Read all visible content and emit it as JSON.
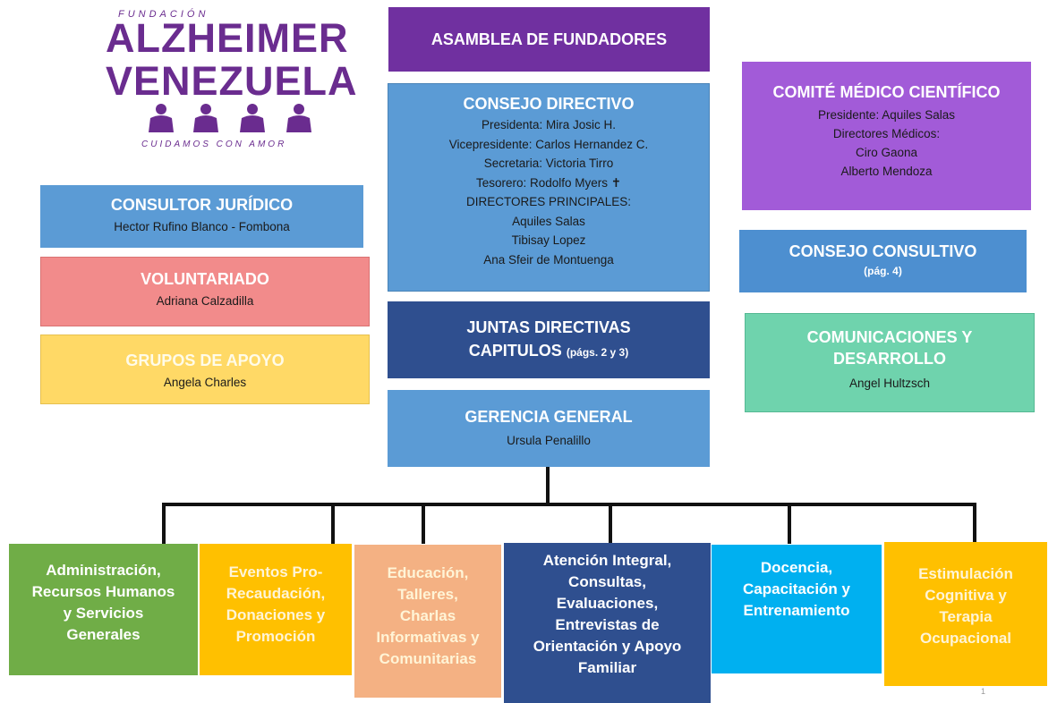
{
  "logo": {
    "top_text": "FUNDACIÓN",
    "line1": "ALZHEIMER",
    "line2": "VENEZUELA",
    "motto": "CUIDAMOS CON AMOR",
    "icon": "people-icon",
    "color": "#6a2c8f"
  },
  "asamblea": {
    "title": "ASAMBLEA DE FUNDADORES"
  },
  "consejo_directivo": {
    "title": "CONSEJO DIRECTIVO",
    "lines": [
      "Presidenta: Mira Josic H.",
      "Vicepresidente: Carlos Hernandez C.",
      "Secretaria: Victoria Tirro",
      "Tesorero: Rodolfo Myers ✝",
      "DIRECTORES PRINCIPALES:",
      "Aquiles Salas",
      "Tibisay Lopez",
      "Ana Sfeir de Montuenga"
    ]
  },
  "juntas": {
    "title": "JUNTAS DIRECTIVAS",
    "title2": "CAPITULOS",
    "pages": "(págs. 2 y 3)"
  },
  "gerencia": {
    "title": "GERENCIA GENERAL",
    "name": "Ursula Penalillo"
  },
  "consultor": {
    "title": "CONSULTOR JURÍDICO",
    "name": "Hector Rufino Blanco - Fombona"
  },
  "voluntariado": {
    "title": "VOLUNTARIADO",
    "name": "Adriana Calzadilla"
  },
  "grupos": {
    "title": "GRUPOS DE APOYO",
    "name": "Angela Charles"
  },
  "comite": {
    "title": "COMITÉ  MÉDICO CIENTÍFICO",
    "lines": [
      "Presidente: Aquiles Salas",
      "Directores  Médicos:",
      "Ciro Gaona",
      "Alberto Mendoza"
    ]
  },
  "consultivo": {
    "title": "CONSEJO CONSULTIVO",
    "pages": "(pág. 4)"
  },
  "comunicaciones": {
    "title1": "COMUNICACIONES Y",
    "title2": "DESARROLLO",
    "name": "Angel Hultzsch"
  },
  "bottom": [
    {
      "lines": [
        "Administración,",
        "Recursos Humanos",
        "y Servicios",
        "Generales"
      ]
    },
    {
      "lines": [
        "Eventos Pro-",
        "Recaudación,",
        "Donaciones  y",
        "Promoción"
      ]
    },
    {
      "lines": [
        "Educación,",
        "Talleres,",
        "Charlas",
        "Informativas y",
        "Comunitarias"
      ]
    },
    {
      "lines": [
        "Atención Integral,",
        "Consultas,",
        "Evaluaciones,",
        "Entrevistas de",
        "Orientación y Apoyo",
        "Familiar"
      ]
    },
    {
      "lines": [
        "Docencia,",
        "Capacitación y",
        "Entrenamiento"
      ]
    },
    {
      "lines": [
        "Estimulación",
        "Cognitiva y",
        "Terapia",
        "Ocupacional"
      ]
    }
  ],
  "page_number": "1",
  "colors": {
    "purple": "#7030a0",
    "blue": "#5b9bd5",
    "navy": "#2f4f8f",
    "green": "#70ad47",
    "orange": "#ffc000",
    "peach": "#f4b183",
    "cyan": "#00b0f0",
    "mint": "#6fd3ad",
    "pink": "#f28b8b",
    "yellow": "#ffd966",
    "violet": "#a25bd8"
  }
}
